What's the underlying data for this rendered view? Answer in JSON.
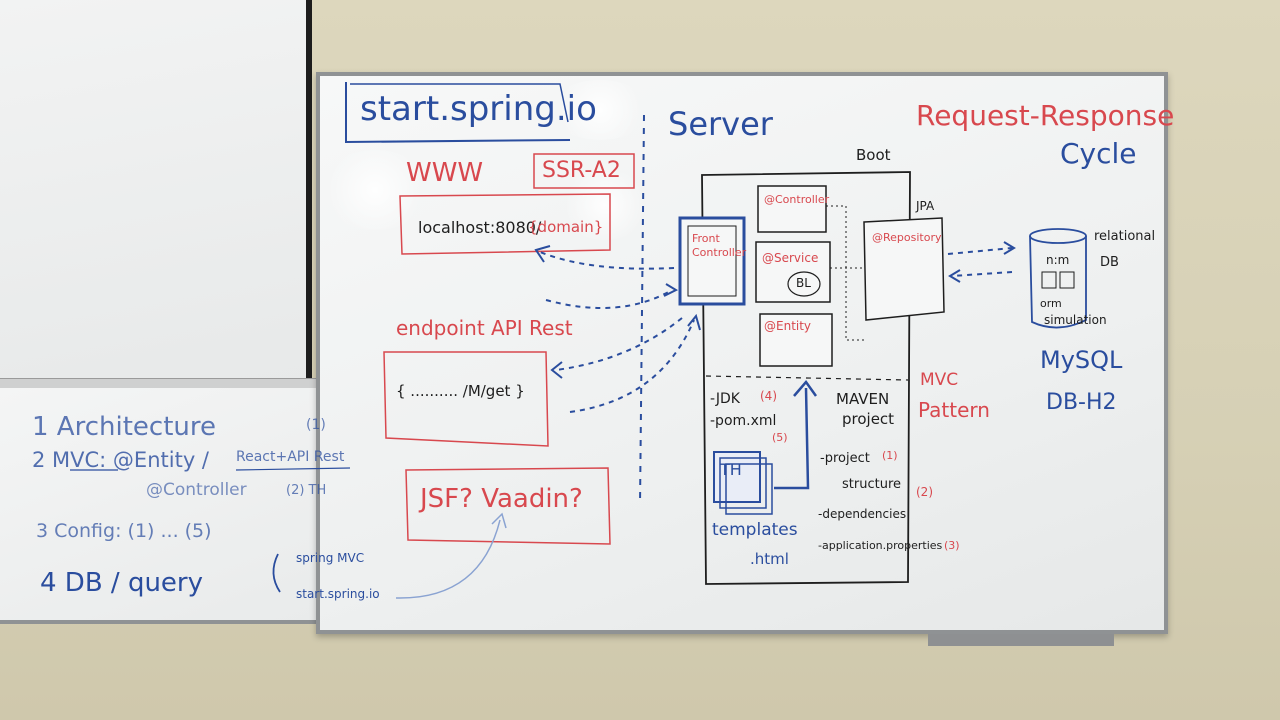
{
  "board": {
    "site": "start.spring.io",
    "server": "Server",
    "title_line1": "Request-Response",
    "title_line2": "Cycle",
    "www": "WWW",
    "ssr": "SSR-A2",
    "localhost": "localhost:8080/",
    "domain": "{domain}",
    "endpoint": "endpoint API Rest",
    "api_get": "{ .......... /M/get }",
    "jsf": "JSF? Vaadin?",
    "boot": "Boot",
    "jpa": "JPA",
    "front_controller": "Front Controller",
    "controller": "@Controller",
    "service": "@Service",
    "bl": "BL",
    "entity": "@Entity",
    "repository": "@Repository",
    "relational": "relational",
    "db": "DB",
    "nm": "n:m",
    "orm": "orm",
    "simulation": "simulation",
    "mysql": "MySQL",
    "h2": "DB-H2",
    "jdk": "-JDK",
    "jdk_num": "(4)",
    "pom": "-pom.xml",
    "pom_num": "(5)",
    "th": "TH",
    "templates": "templates",
    "html": ".html",
    "maven": "MAVEN",
    "project": "project",
    "proj_item1": "-project",
    "proj_item1_num": "(1)",
    "proj_item1b": "structure",
    "proj_item2_num": "(2)",
    "proj_item3": "-dependencies",
    "proj_item4": "-application.properties",
    "proj_item4_num": "(3)",
    "mvc": "MVC",
    "pattern": "Pattern"
  },
  "notes": {
    "n1": "1 Architecture",
    "n1_num": "(1)",
    "n2": "2 MVC: @Entity /",
    "n2b": "React+API Rest",
    "n2c": "@Controller",
    "n2d": "(2) TH",
    "n3": "3 Config: (1) ... (5)",
    "n4": "4 DB / query",
    "spring1": "spring MVC",
    "spring2": "start.spring.io"
  },
  "colors": {
    "blue": "#2a4d9e",
    "red": "#d8484e",
    "black": "#1e1e1e"
  }
}
